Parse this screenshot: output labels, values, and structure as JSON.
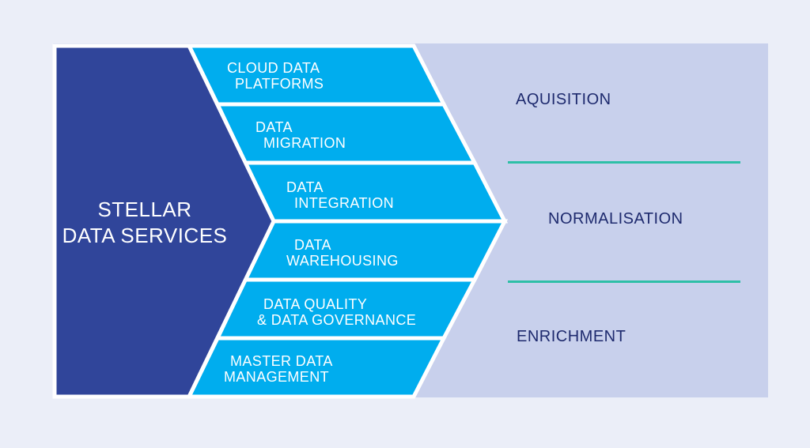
{
  "title": {
    "line1": "STELLAR",
    "line2": "DATA SERVICES"
  },
  "services": [
    {
      "line1": "CLOUD DATA",
      "line2": "PLATFORMS"
    },
    {
      "line1": "DATA",
      "line2": "MIGRATION"
    },
    {
      "line1": "DATA",
      "line2": "INTEGRATION"
    },
    {
      "line1": "DATA",
      "line2": "WAREHOUSING"
    },
    {
      "line1": "DATA QUALITY",
      "line2": "& DATA GOVERNANCE"
    },
    {
      "line1": "MASTER DATA",
      "line2": "MANAGEMENT"
    }
  ],
  "stages": [
    {
      "label": "AQUISITION"
    },
    {
      "label": "NORMALISATION"
    },
    {
      "label": "ENRICHMENT"
    }
  ],
  "colors": {
    "page_background": "#EBEEF8",
    "stage_panel": "#C8D0EC",
    "arrow": "#30459A",
    "service_band": "#00ADEE",
    "band_outline": "#FFFFFF",
    "divider": "#2EBFA7",
    "stage_text": "#1E2A6E",
    "band_text": "#FFFFFF"
  }
}
